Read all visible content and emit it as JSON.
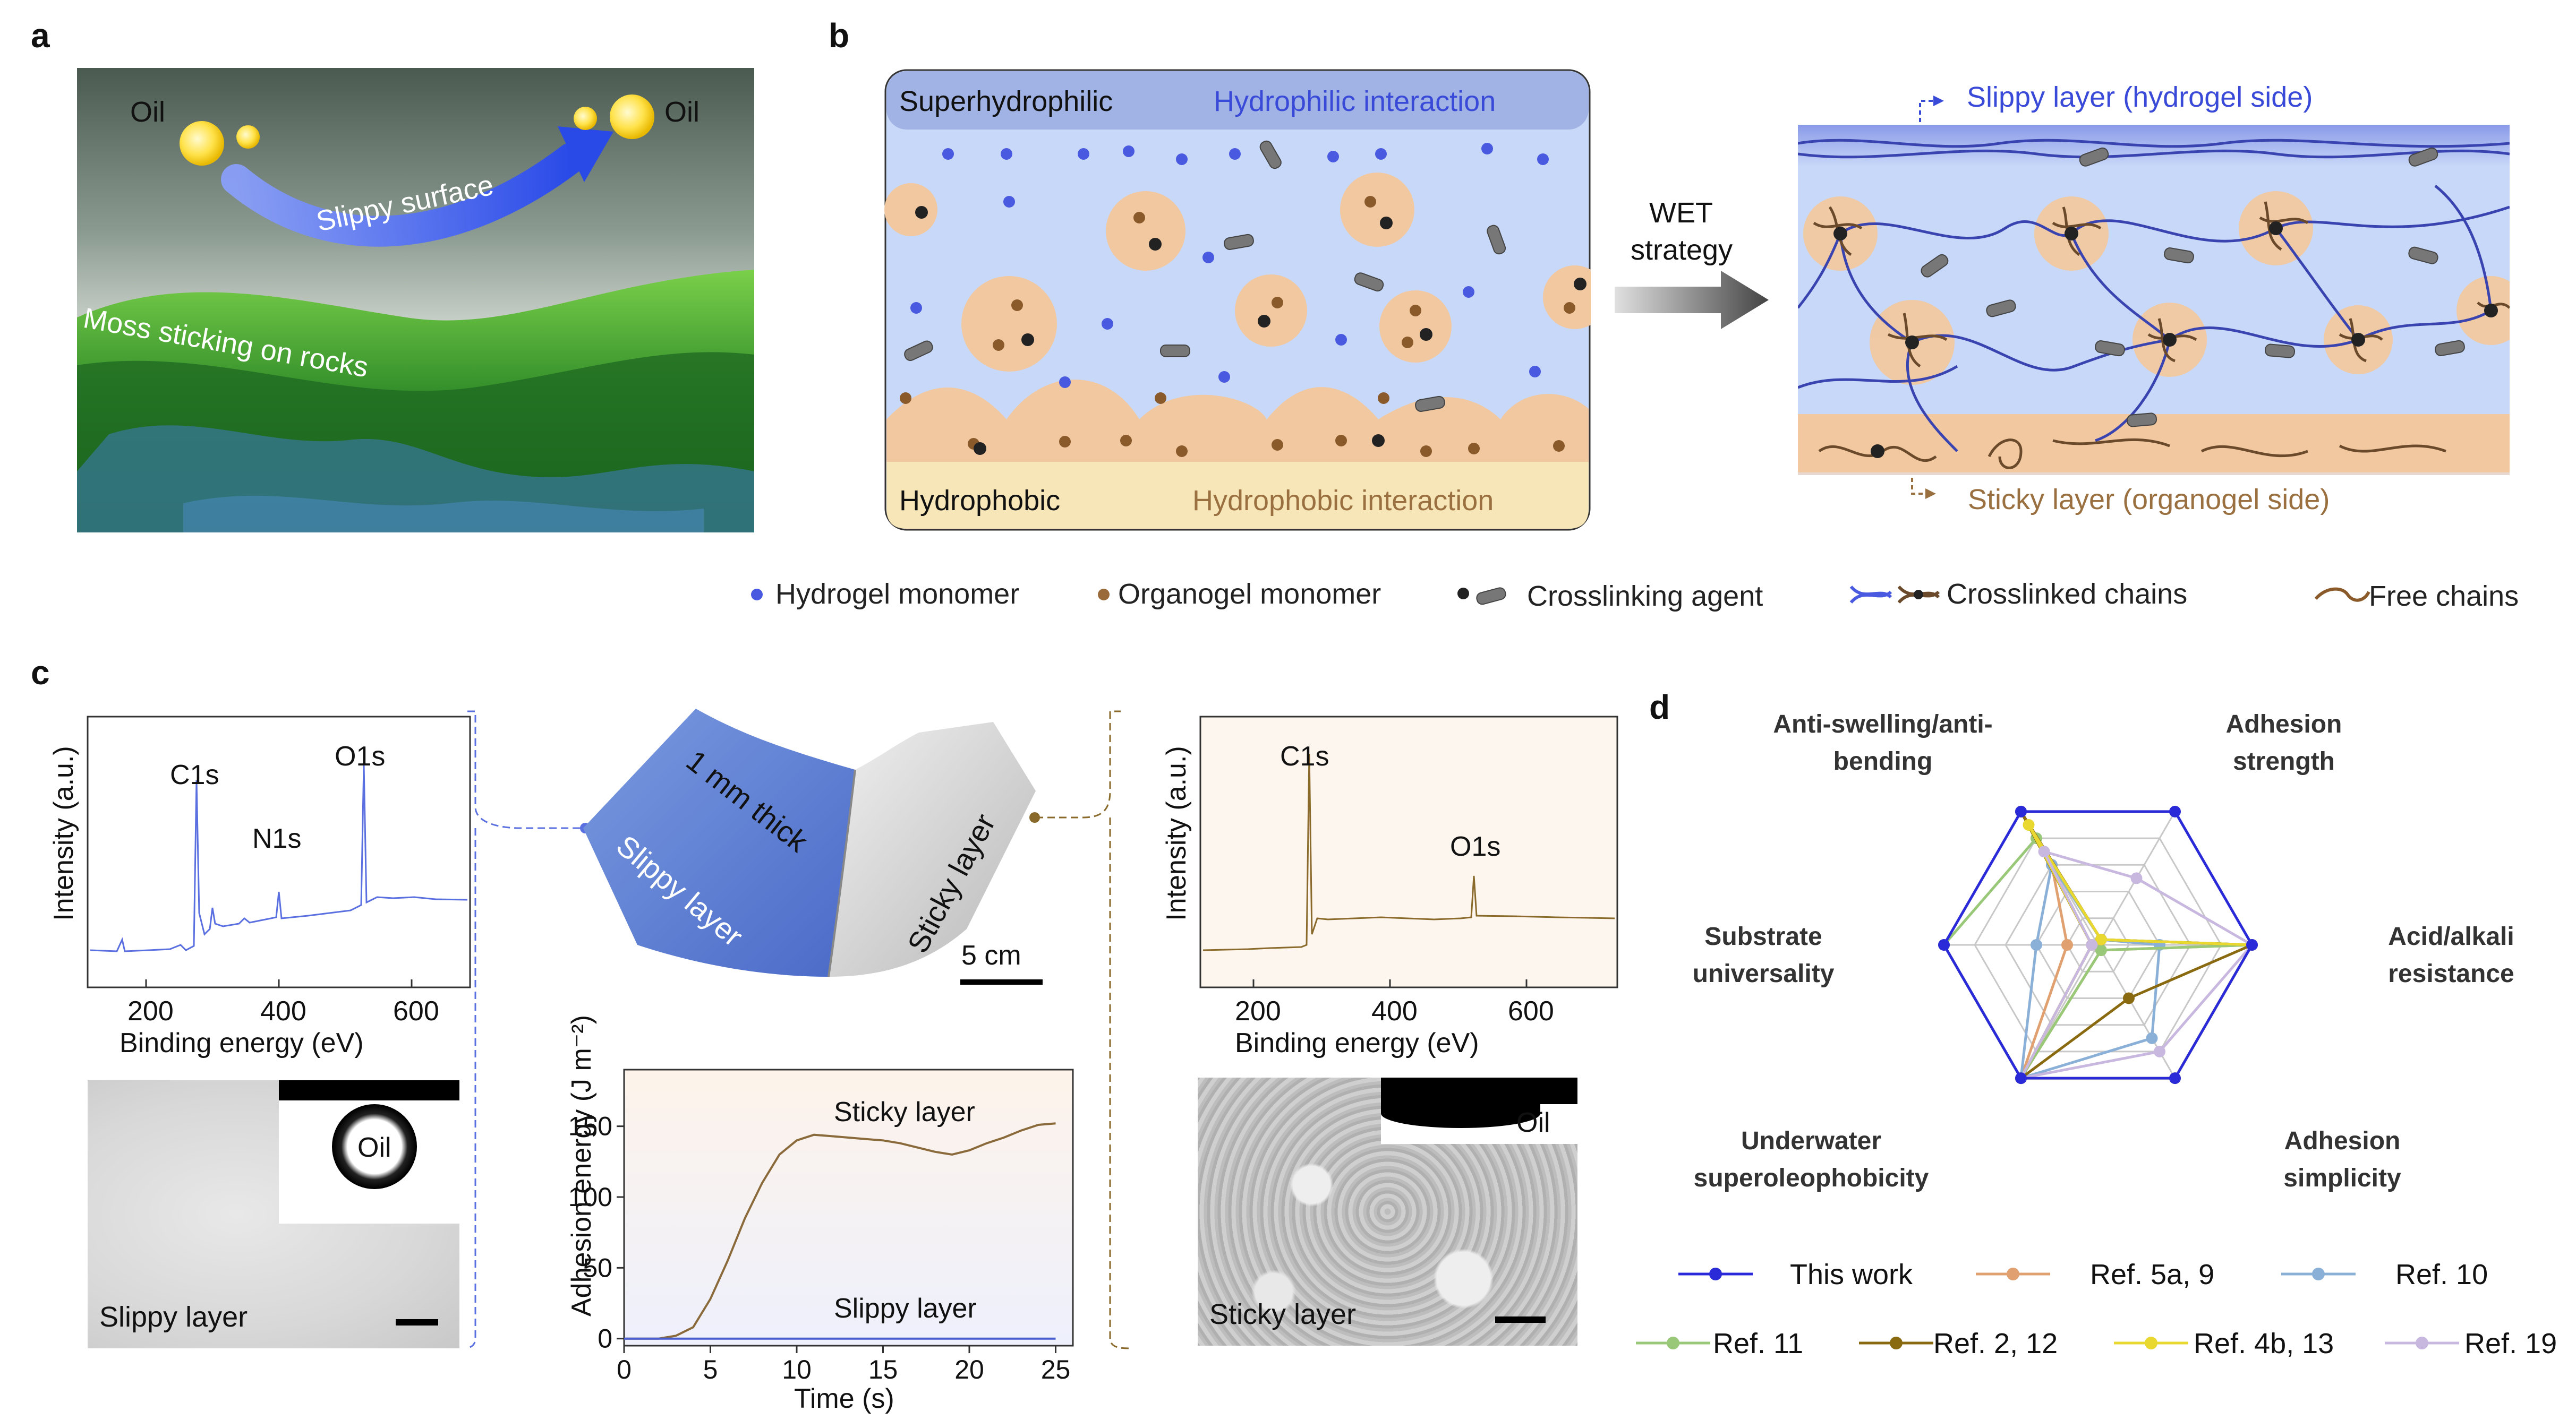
{
  "panels": {
    "a": "a",
    "b": "b",
    "c": "c",
    "d": "d"
  },
  "panel_a": {
    "oil_left": "Oil",
    "oil_right": "Oil",
    "slippy_surface": "Slippy surface",
    "moss": "Moss sticking on rocks"
  },
  "panel_b": {
    "top_left": "Superhydrophilic",
    "top_right": "Hydrophilic interaction",
    "bottom_left": "Hydrophobic",
    "bottom_right": "Hydrophobic interaction",
    "strategy_line1": "WET",
    "strategy_line2": "strategy",
    "slippy_layer": "Slippy layer (hydrogel side)",
    "sticky_layer": "Sticky layer (organogel side)",
    "legend": {
      "hydrogel_monomer": "Hydrogel monomer",
      "organogel_monomer": "Organogel monomer",
      "crosslinking_agent": "Crosslinking agent",
      "crosslinked_chains": "Crosslinked chains",
      "free_chains": "Free chains"
    },
    "colors": {
      "hydrogel": "#5a6fe0",
      "organogel": "#a87a4a",
      "gel_blue": "#c3d3f7",
      "gel_orange": "#f4c9a6"
    }
  },
  "panel_c": {
    "xps_left": {
      "ylabel": "Intensity (a.u.)",
      "xlabel": "Binding energy (eV)",
      "ticks": [
        "200",
        "400",
        "600"
      ],
      "peaks": [
        "C1s",
        "N1s",
        "O1s"
      ],
      "color": "#5a6fe0"
    },
    "xps_right": {
      "ylabel": "Intensity (a.u.)",
      "xlabel": "Binding energy (eV)",
      "ticks": [
        "200",
        "400",
        "600"
      ],
      "peaks": [
        "C1s",
        "O1s"
      ],
      "color": "#8a6a2a"
    },
    "photo": {
      "thickness": "1 mm thick",
      "slippy": "Slippy layer",
      "sticky": "Sticky layer",
      "scale": "5 cm"
    },
    "micro_left": {
      "label": "Slippy layer",
      "inset": "Oil"
    },
    "micro_right": {
      "label": "Sticky layer",
      "inset": "Oil"
    }
  },
  "chart_data": [
    {
      "type": "line",
      "title": "",
      "xlabel": "Time (s)",
      "ylabel": "Adhesion energy (J m⁻²)",
      "xlim": [
        0,
        26
      ],
      "ylim": [
        -5,
        190
      ],
      "xticks": [
        "0",
        "5",
        "10",
        "15",
        "20",
        "25"
      ],
      "yticks": [
        "0",
        "50",
        "100",
        "150"
      ],
      "series": [
        {
          "name": "Sticky layer",
          "color": "#8a6a3a",
          "x": [
            0,
            2,
            3,
            4,
            5,
            6,
            7,
            8,
            9,
            10,
            11,
            12,
            13,
            14,
            15,
            16,
            17,
            18,
            19,
            20,
            21,
            22,
            23,
            24,
            25
          ],
          "values": [
            0,
            0,
            2,
            8,
            28,
            55,
            85,
            110,
            130,
            140,
            144,
            143,
            142,
            141,
            140,
            138,
            135,
            132,
            130,
            133,
            138,
            142,
            147,
            151,
            152
          ]
        },
        {
          "name": "Slippy layer",
          "color": "#4a5fd0",
          "x": [
            0,
            5,
            10,
            15,
            20,
            25
          ],
          "values": [
            0,
            0,
            0,
            0,
            0,
            0
          ]
        }
      ]
    },
    {
      "type": "radar",
      "title": "",
      "axes": [
        "Adhesion strength",
        "Acid/alkali resistance",
        "Adhesion simplicity",
        "Underwater superoleophobicity",
        "Substrate universality",
        "Anti-swelling/anti-bending"
      ],
      "max": 5,
      "series": [
        {
          "name": "This work",
          "color": "#2a2ad8",
          "values": [
            5,
            5,
            5,
            5,
            5,
            5
          ]
        },
        {
          "name": "Ref. 5a, 9",
          "color": "#e0a070",
          "values": [
            0.2,
            5,
            0.2,
            5,
            1,
            3
          ]
        },
        {
          "name": "Ref. 10",
          "color": "#8ab0d8",
          "values": [
            0.2,
            2,
            3.5,
            5,
            2,
            3
          ]
        },
        {
          "name": "Ref. 11",
          "color": "#98c878",
          "values": [
            0.2,
            5,
            0.2,
            5,
            5,
            4
          ]
        },
        {
          "name": "Ref. 2, 12",
          "color": "#8a6a10",
          "values": [
            0.2,
            5,
            2,
            5,
            0.2,
            5
          ]
        },
        {
          "name": "Ref. 4b, 13",
          "color": "#e8d830",
          "values": [
            0.2,
            5,
            5,
            5,
            0.2,
            4.5
          ]
        },
        {
          "name": "Ref. 19",
          "color": "#c8b8e0",
          "values": [
            2.5,
            5,
            4,
            5,
            0.2,
            3.5
          ]
        }
      ]
    }
  ]
}
